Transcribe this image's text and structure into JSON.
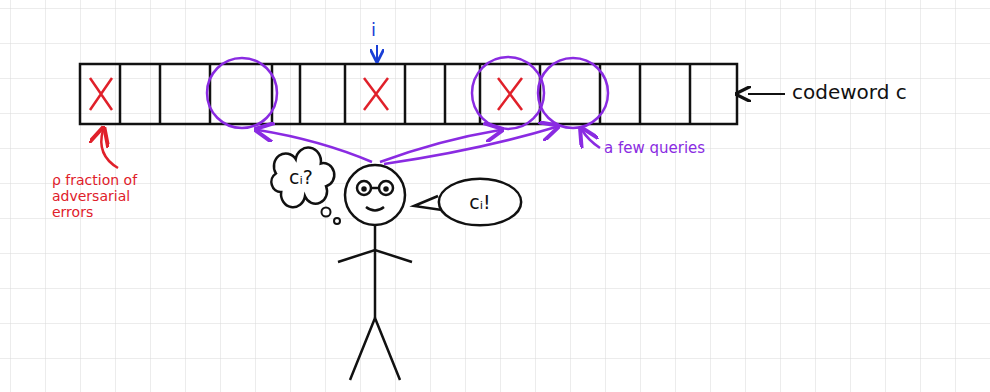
{
  "diagram": {
    "nodes": [
      {
        "text": [
          "cᵢ?"
        ]
      },
      {
        "text": [
          "cᵢ!"
        ]
      }
    ],
    "labels": [
      "i",
      "ρ fraction of adversarial errors",
      "a few queries",
      "codeword c"
    ]
  }
}
